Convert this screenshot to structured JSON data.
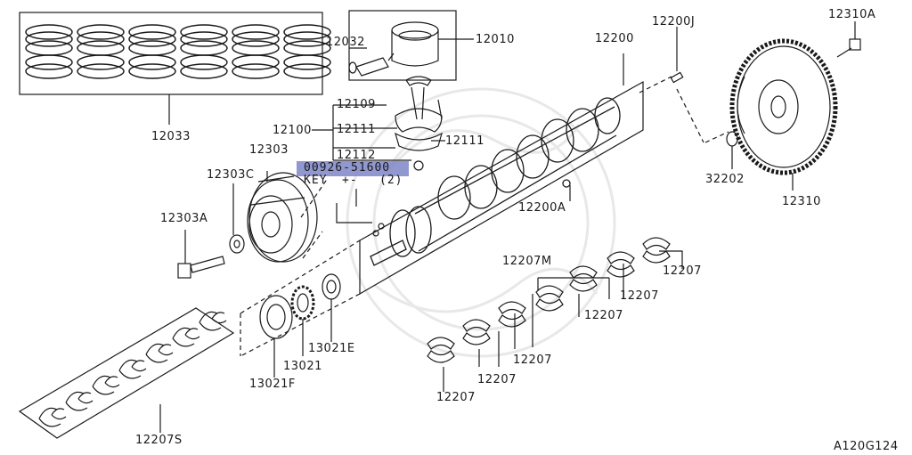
{
  "labels": {
    "p12033": "12033",
    "p12032": "12032",
    "p12010": "12010",
    "p12200": "12200",
    "p12200J": "12200J",
    "p12310A": "12310A",
    "p12109": "12109",
    "p12100": "12100",
    "p12111a": "12111",
    "p12111b": "12111",
    "p12112": "12112",
    "p12303": "12303",
    "p12303C": "12303C",
    "p12303A": "12303A",
    "p32202": "32202",
    "p12310": "12310",
    "p12200A": "12200A",
    "p12207M": "12207M",
    "p12207_a": "12207",
    "p12207_b": "12207",
    "p12207_c": "12207",
    "p12207_d": "12207",
    "p12207_e": "12207",
    "p12207_f": "12207",
    "p13021E": "13021E",
    "p13021": "13021",
    "p13021F": "13021F",
    "p12207S": "12207S",
    "diagram_code": "A120G124"
  },
  "highlight": {
    "part_number": "00926-51600",
    "description": "KEY",
    "quantity": "(2)"
  },
  "colors": {
    "line": "#1a1a1a",
    "highlight": "#7e86c8",
    "watermark": "#e6e6e6"
  }
}
